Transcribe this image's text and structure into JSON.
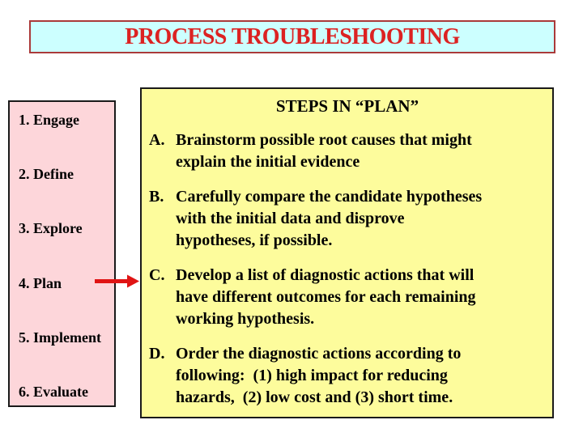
{
  "title": {
    "text": "PROCESS TROUBLESHOOTING"
  },
  "sidebar": {
    "items": [
      {
        "label": "1. Engage"
      },
      {
        "label": "2. Define"
      },
      {
        "label": "3. Explore"
      },
      {
        "label": "4. Plan"
      },
      {
        "label": "5. Implement"
      },
      {
        "label": "6. Evaluate"
      }
    ]
  },
  "arrow": {
    "from": "4. Plan",
    "to": "STEPS IN “PLAN” panel"
  },
  "main": {
    "heading": "STEPS IN “PLAN”",
    "items": [
      {
        "letter": "A.",
        "lines": [
          "Brainstorm possible root causes that might",
          "explain the initial evidence"
        ]
      },
      {
        "letter": "B.",
        "lines": [
          "Carefully compare the candidate hypotheses",
          "with the initial data and disprove",
          "hypotheses, if possible."
        ]
      },
      {
        "letter": "C.",
        "lines": [
          "Develop a list of diagnostic actions that will",
          "have different outcomes for each remaining",
          "working hypothesis."
        ]
      },
      {
        "letter": "D.",
        "lines": [
          "Order the diagnostic actions according to",
          "following:  (1) high impact for reducing",
          "hazards,  (2) low cost and (3) short time."
        ]
      }
    ]
  },
  "colors": {
    "title_text": "#dc2222",
    "title_bg": "#ccffff",
    "title_border": "#aa3a3a",
    "sidebar_bg": "#fdd6da",
    "sidebar_border": "#1a1a1a",
    "panel_bg": "#fdfc9c",
    "panel_border": "#1a1a1a",
    "arrow": "#e01414",
    "body_text": "#000000",
    "page_bg": "#ffffff"
  }
}
